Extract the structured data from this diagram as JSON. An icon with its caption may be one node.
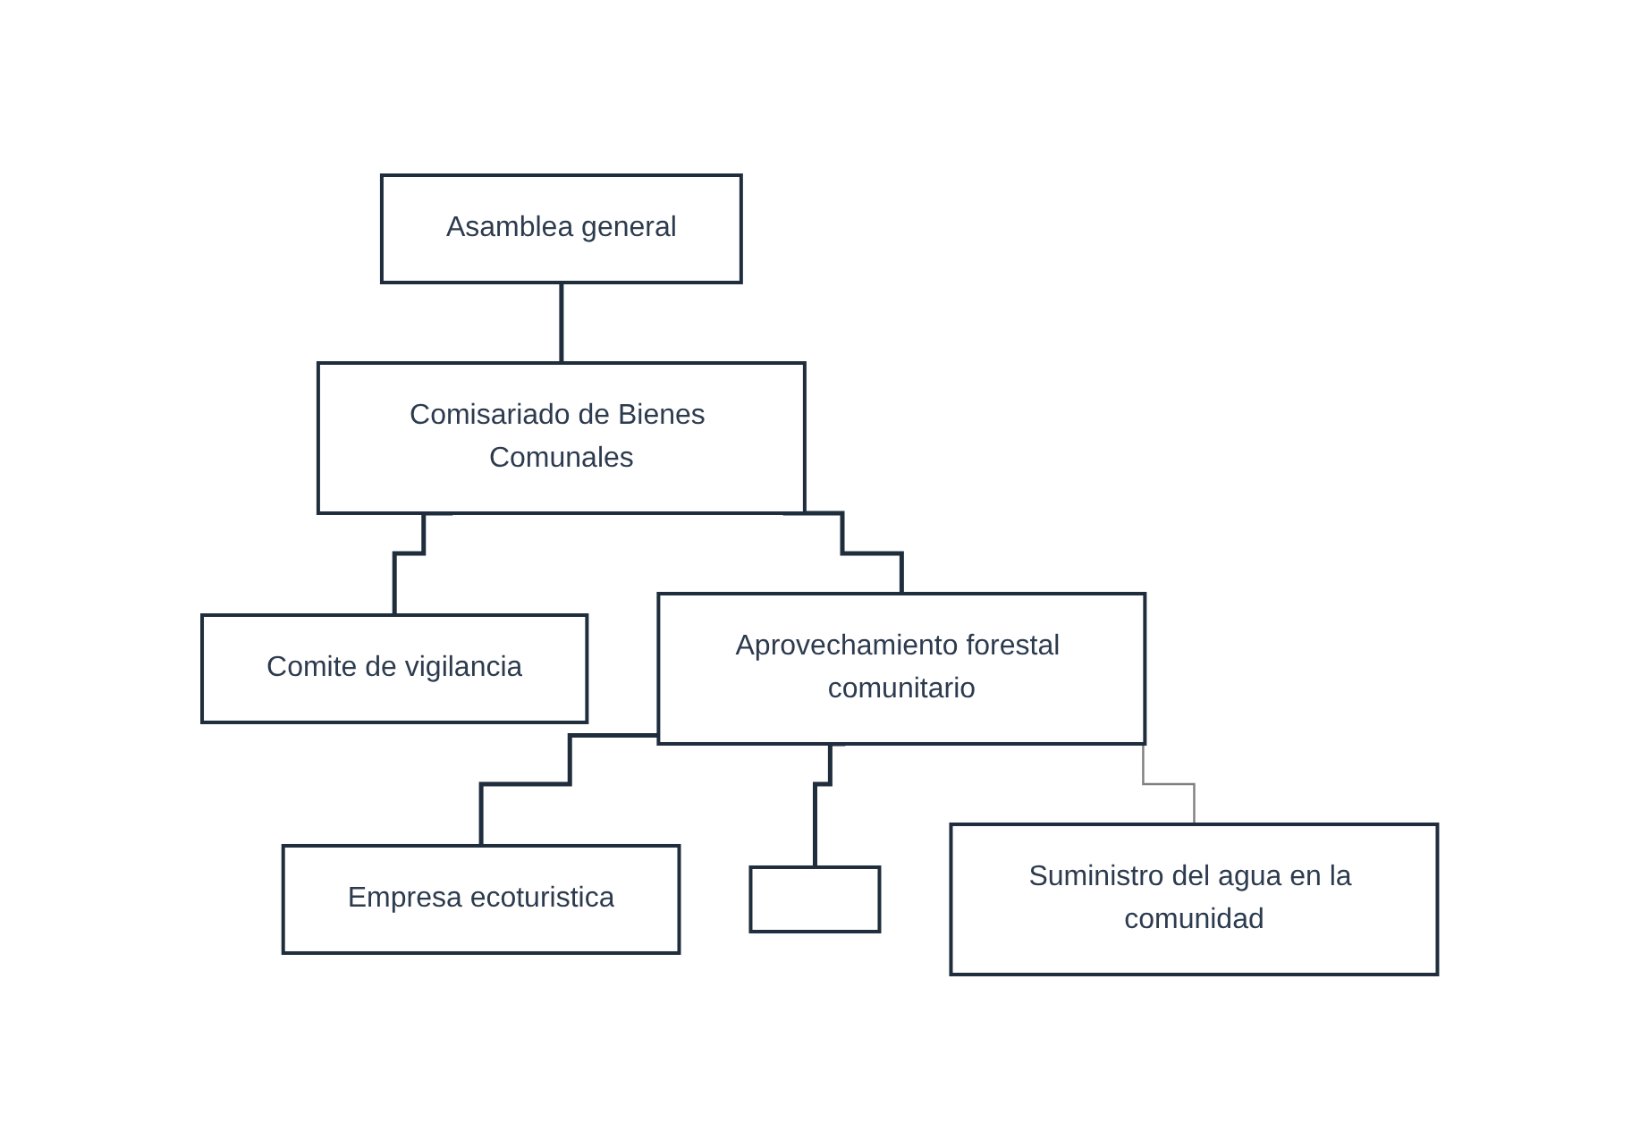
{
  "diagram": {
    "nodes": [
      {
        "text": [
          "Asamblea general"
        ]
      },
      {
        "text": [
          "Comite de vigilancia"
        ]
      },
      {
        "text": [
          "Comisariado de Bienes Comunales"
        ]
      },
      {
        "text": [
          "Aprovechamiento forestal comunitario"
        ]
      },
      {
        "text": [
          "Empresa ecoturistica"
        ]
      },
      {
        "text": [],
        "shape": "box"
      },
      {
        "text": [
          "Suministro del agua en la comunidad"
        ]
      }
    ],
    "edges": [
      {
        "from": 0,
        "to": 2,
        "arrow": "none"
      },
      {
        "from": 2,
        "to": 1,
        "arrow": "none"
      },
      {
        "from": 2,
        "to": 3,
        "arrow": "none"
      },
      {
        "from": 3,
        "to": 4,
        "arrow": "none"
      },
      {
        "from": 3,
        "to": 5,
        "arrow": "none"
      },
      {
        "from": 3,
        "to": 6,
        "arrow": "none",
        "color": "#7f7f7f"
      }
    ]
  }
}
